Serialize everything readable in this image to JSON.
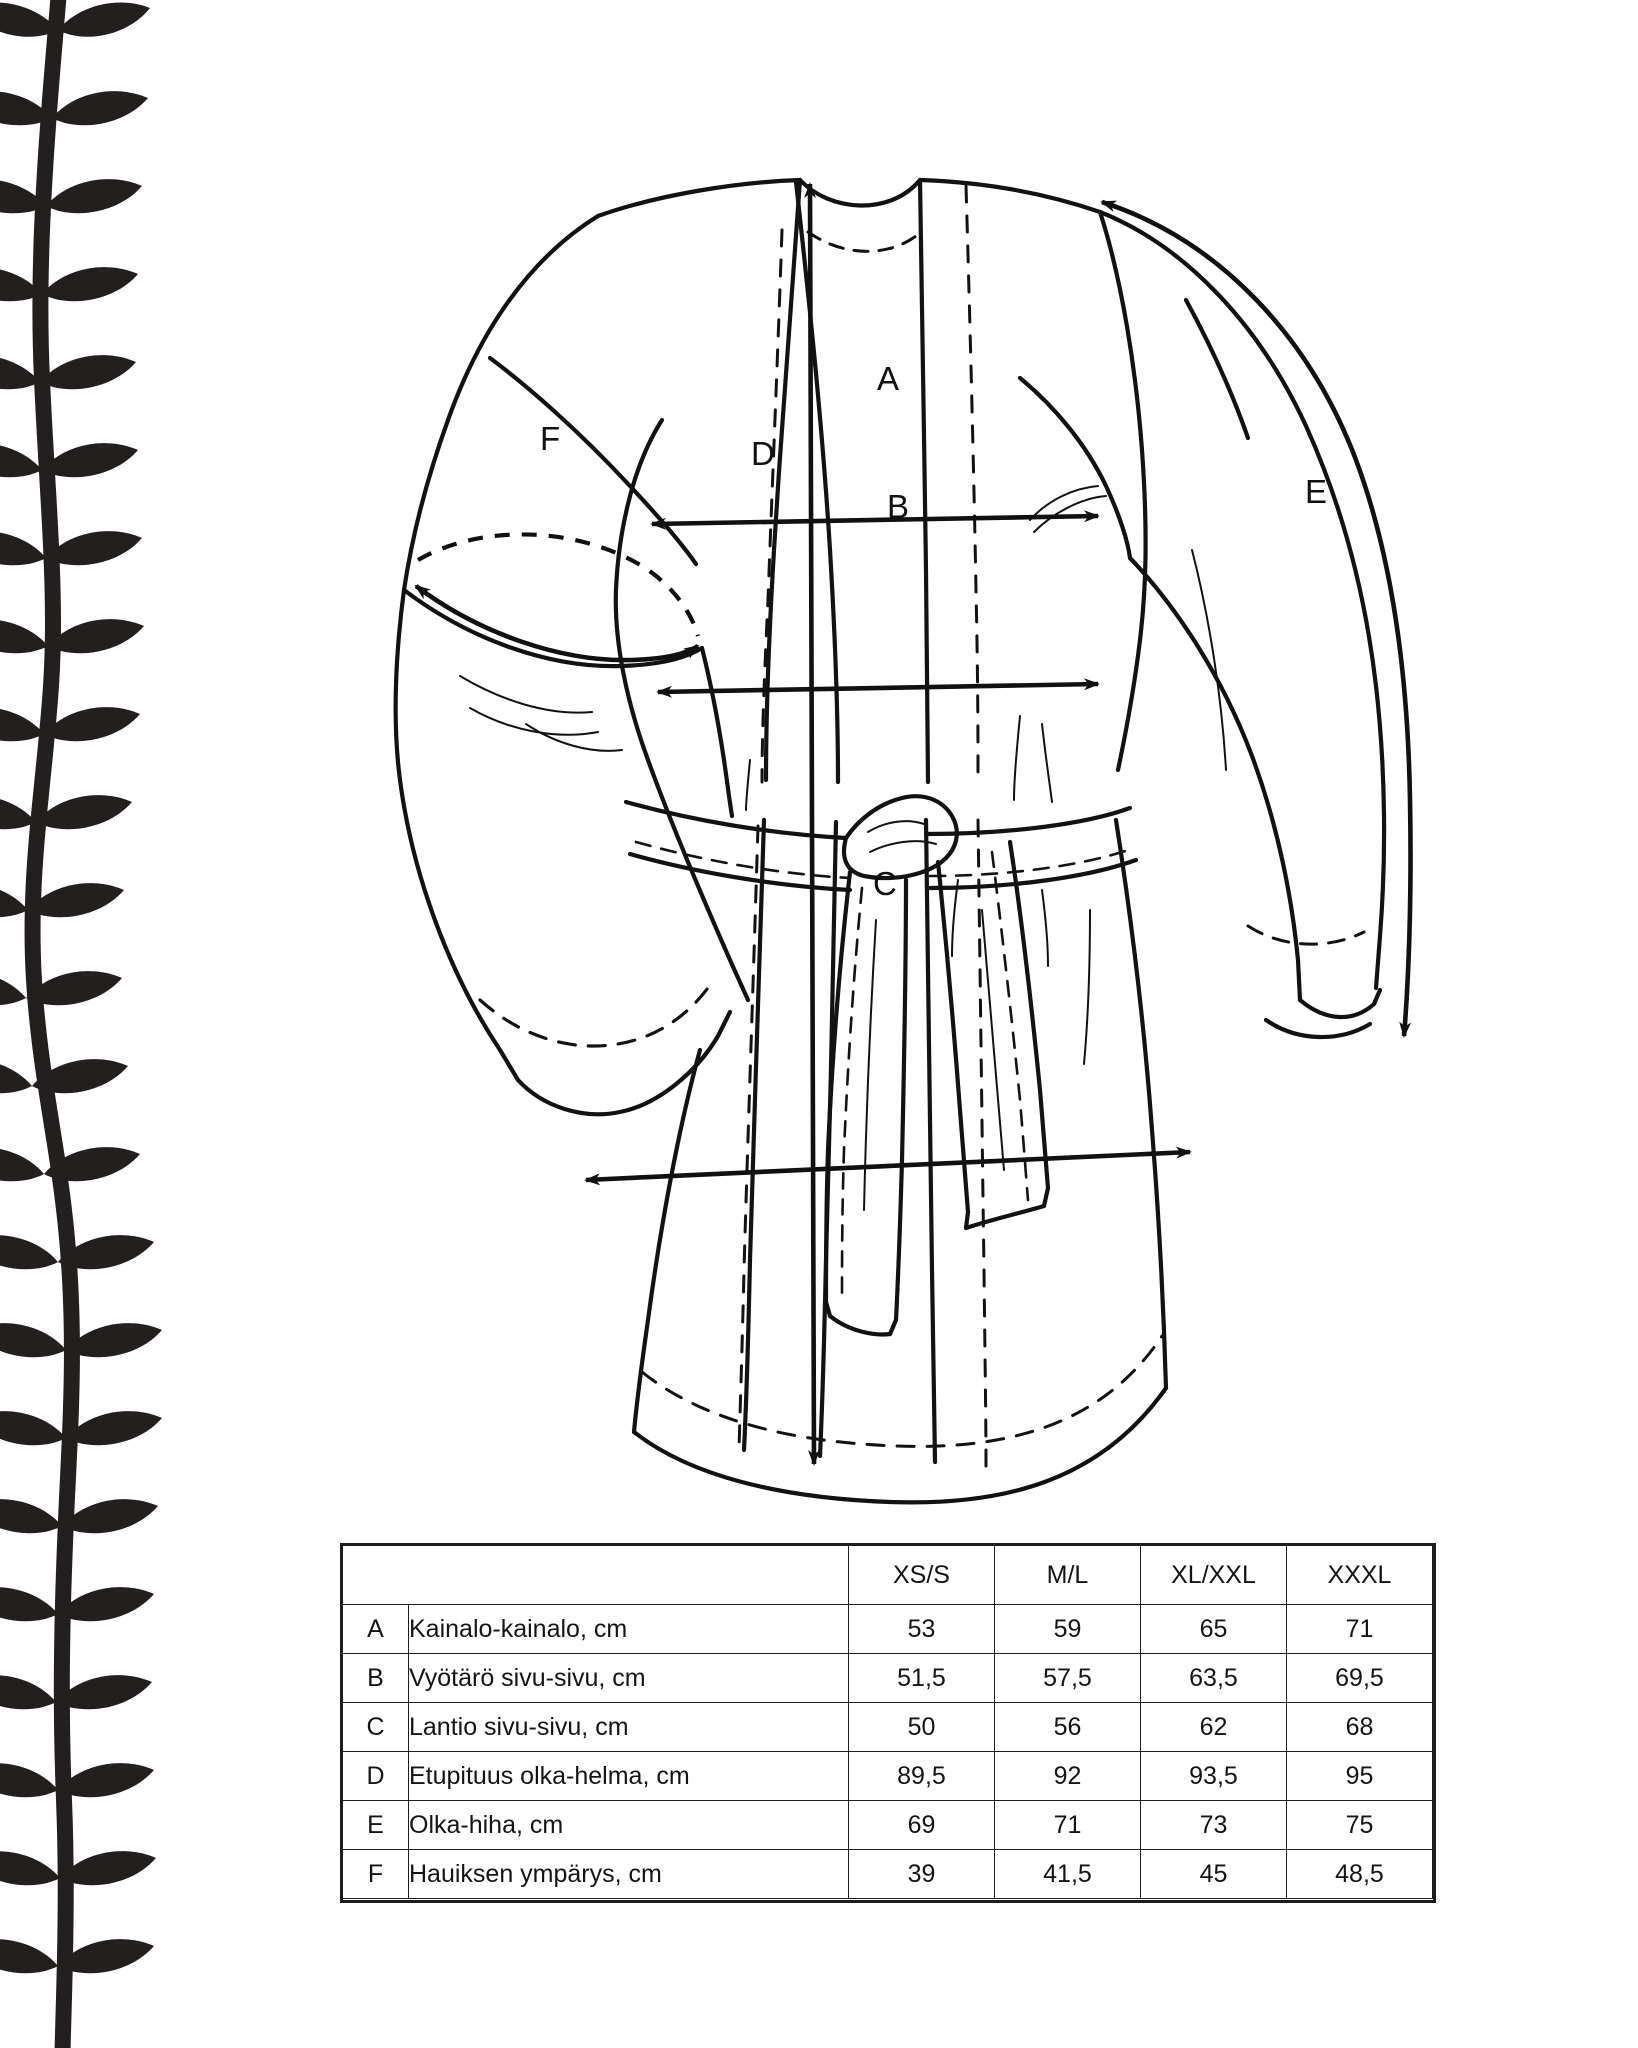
{
  "page": {
    "background_color": "#ffffff",
    "ink_color": "#1a1a1a"
  },
  "decoration": {
    "vine": {
      "name": "leaf-vine-border",
      "color": "#231f1e",
      "leaf_pairs": 23,
      "position": "left-edge"
    }
  },
  "illustration": {
    "name": "bathrobe-technical-drawing",
    "description": "Front view of a wrap bathrobe with tie belt, long sleeves, shawl-less kimono front",
    "line_color": "#121212",
    "dimension_labels": [
      {
        "id": "A",
        "letter": "A",
        "kind": "horizontal-arrow",
        "region": "chest / underarm to underarm"
      },
      {
        "id": "B",
        "letter": "B",
        "kind": "horizontal-arrow",
        "region": "waist side to side"
      },
      {
        "id": "C",
        "letter": "C",
        "kind": "horizontal-arrow",
        "region": "hip side to side"
      },
      {
        "id": "D",
        "letter": "D",
        "kind": "vertical-arrow",
        "region": "front length shoulder to hem"
      },
      {
        "id": "E",
        "letter": "E",
        "kind": "vertical-arrow",
        "region": "shoulder to sleeve end"
      },
      {
        "id": "F",
        "letter": "F",
        "kind": "ellipse-arrow",
        "region": "bicep circumference"
      }
    ]
  },
  "table": {
    "name": "size-chart",
    "corner_label": "",
    "size_columns": [
      "XS/S",
      "M/L",
      "XL/XXL",
      "XXXL"
    ],
    "rows": [
      {
        "letter": "A",
        "measurement": "Kainalo-kainalo, cm",
        "values": [
          "53",
          "59",
          "65",
          "71"
        ]
      },
      {
        "letter": "B",
        "measurement": "Vyötärö sivu-sivu, cm",
        "values": [
          "51,5",
          "57,5",
          "63,5",
          "69,5"
        ]
      },
      {
        "letter": "C",
        "measurement": "Lantio sivu-sivu, cm",
        "values": [
          "50",
          "56",
          "62",
          "68"
        ]
      },
      {
        "letter": "D",
        "measurement": "Etupituus olka-helma, cm",
        "values": [
          "89,5",
          "92",
          "93,5",
          "95"
        ]
      },
      {
        "letter": "E",
        "measurement": "Olka-hiha, cm",
        "values": [
          "69",
          "71",
          "73",
          "75"
        ]
      },
      {
        "letter": "F",
        "measurement": "Hauiksen ympärys, cm",
        "values": [
          "39",
          "41,5",
          "45",
          "48,5"
        ]
      }
    ]
  }
}
